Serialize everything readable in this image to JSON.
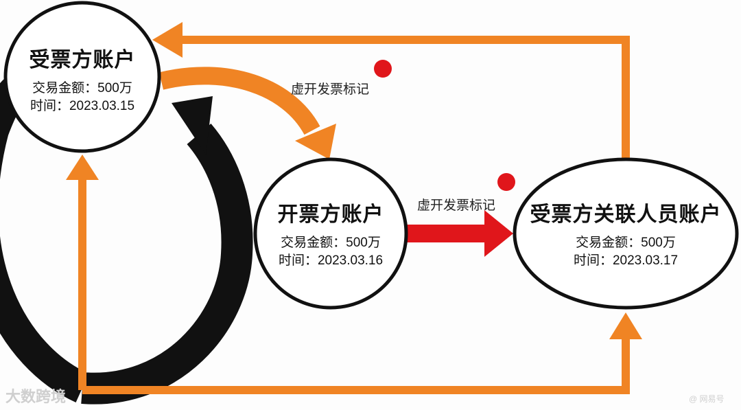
{
  "nodes": {
    "receiver": {
      "title": "受票方账户",
      "amount": "交易金额：500万",
      "time": "时间：2023.03.15"
    },
    "issuer": {
      "title": "开票方账户",
      "amount": "交易金额：500万",
      "time": "时间：2023.03.16"
    },
    "related": {
      "title": "受票方关联人员账户",
      "amount": "交易金额：500万",
      "time": "时间：2023.03.17"
    }
  },
  "labels": {
    "flag1": "虚开发票标记",
    "flag2": "虚开发票标记"
  },
  "watermarks": {
    "left": "大数跨境",
    "right": "@ 网易号"
  },
  "colors": {
    "orange": "#f08424",
    "red": "#e0161b",
    "black": "#111111",
    "dot": "#e0161b"
  }
}
